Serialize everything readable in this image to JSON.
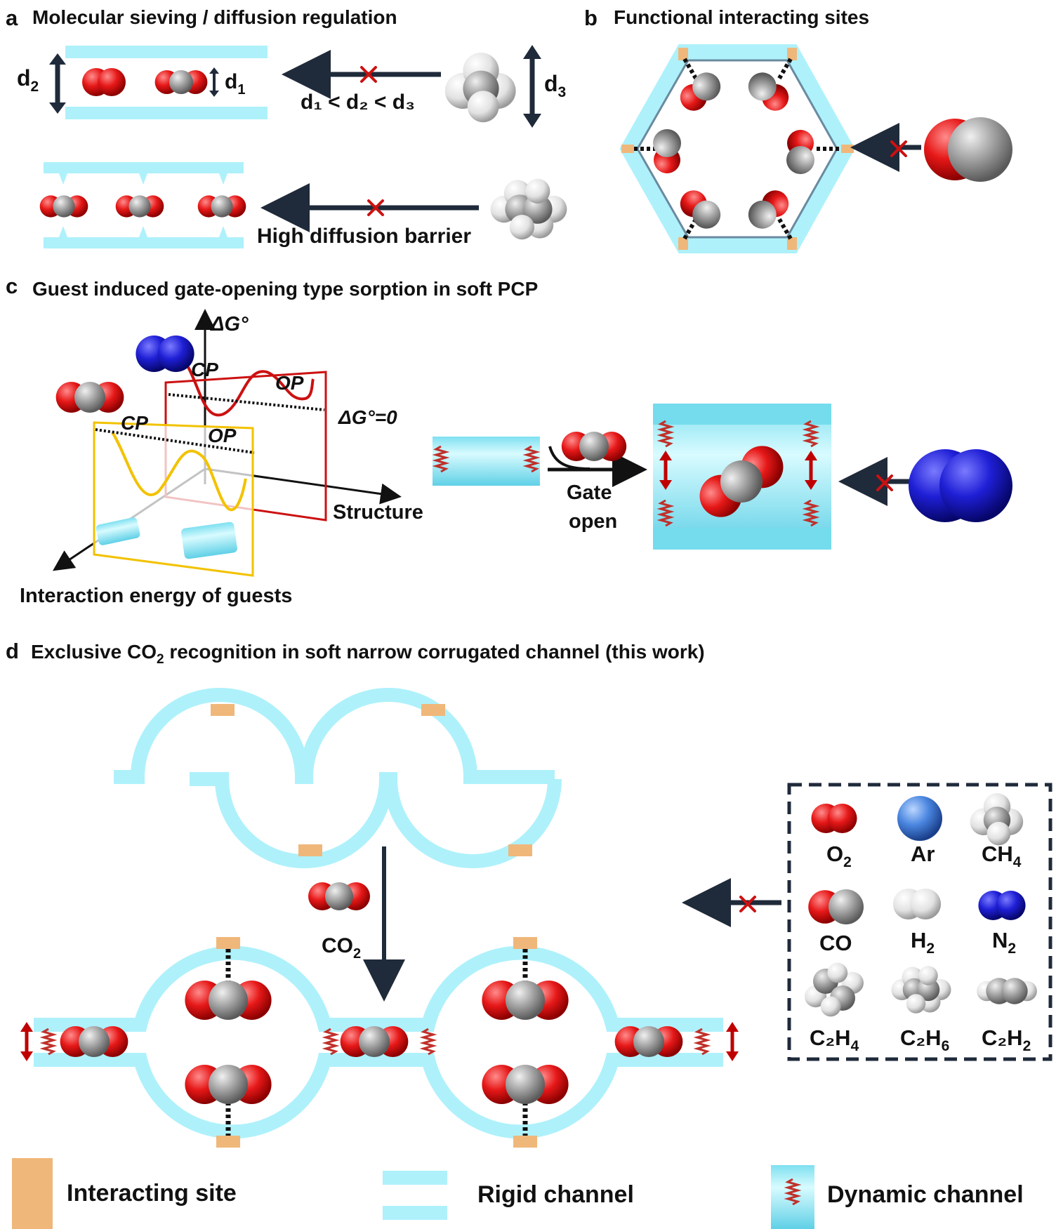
{
  "panels": {
    "a": {
      "letter": "a",
      "title": "Molecular sieving / diffusion regulation",
      "d1": "d",
      "d1_sub": "1",
      "d2": "d",
      "d2_sub": "2",
      "d3": "d",
      "d3_sub": "3",
      "inequality": "d₁ < d₂ < d₃",
      "barrier": "High diffusion barrier"
    },
    "b": {
      "letter": "b",
      "title": "Functional interacting sites"
    },
    "c": {
      "letter": "c",
      "title": "Guest induced gate-opening type sorption in soft PCP",
      "axis_y": "ΔG°",
      "zero_line": "ΔG°=0",
      "axis_x": "Structure",
      "axis_z": "Interaction energy of guests",
      "cp": "CP",
      "op": "OP",
      "gate_1": "Gate",
      "gate_2": "open"
    },
    "d": {
      "letter": "d",
      "title_pre": "Exclusive CO",
      "title_sub": "2",
      "title_post": " recognition in soft narrow corrugated channel (this work)",
      "co2": "CO",
      "co2_sub": "2",
      "excluded_gases": [
        {
          "base": "O",
          "sub": "2"
        },
        {
          "base": "Ar",
          "sub": ""
        },
        {
          "base": "CH",
          "sub": "4"
        },
        {
          "base": "CO",
          "sub": ""
        },
        {
          "base": "H",
          "sub": "2"
        },
        {
          "base": "N",
          "sub": "2"
        },
        {
          "base": "C₂H",
          "sub": "4"
        },
        {
          "base": "C₂H",
          "sub": "6"
        },
        {
          "base": "C₂H",
          "sub": "2"
        }
      ]
    }
  },
  "legend": {
    "interacting_site": "Interacting site",
    "rigid_channel": "Rigid channel",
    "dynamic_channel": "Dynamic channel"
  },
  "colors": {
    "channel": "#aef1fb",
    "channel_dark": "#7fdfee",
    "site": "#f0b77a",
    "oxygen": "#e01414",
    "carbon": "#9a9a9a",
    "nitrogen": "#2222cc",
    "argon": "#4a86e0",
    "arrow": "#1f2a3a",
    "cross": "#cc1111",
    "spring": "#c0302a",
    "cp_panel": "#f2c200",
    "op_panel": "#cc1111"
  }
}
